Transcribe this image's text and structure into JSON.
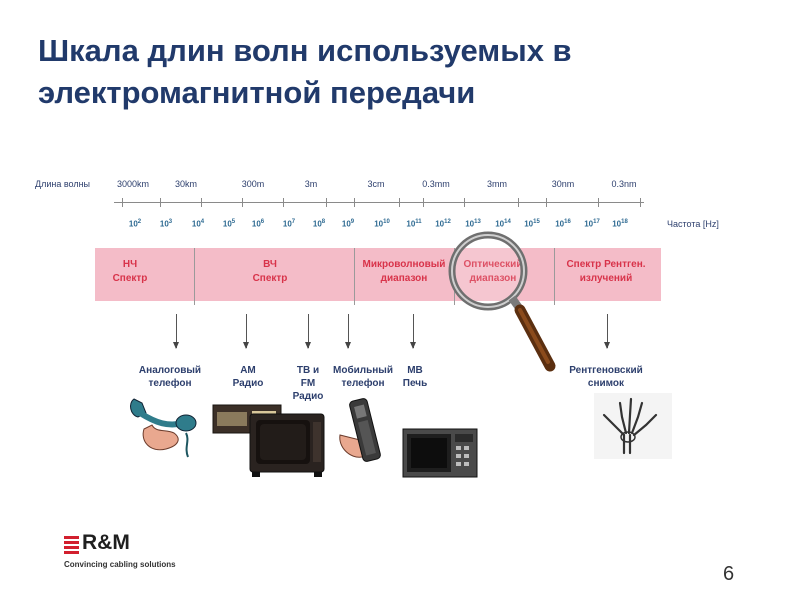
{
  "title": {
    "line1": "Шкала длин волн используемых в",
    "line2": "электромагнитной передачи"
  },
  "wavelength": {
    "caption": "Длина волны",
    "labels": [
      "3000km",
      "30km",
      "300m",
      "3m",
      "3cm",
      "0.3mm",
      "3mm",
      "30nm",
      "0.3nm"
    ]
  },
  "frequency": {
    "caption": "Частота [Hz]",
    "base": "10",
    "exponents": [
      "2",
      "3",
      "4",
      "5",
      "6",
      "7",
      "8",
      "9",
      "10",
      "11",
      "12",
      "13",
      "14",
      "15",
      "16",
      "17",
      "18"
    ]
  },
  "bands": [
    {
      "line1": "НЧ",
      "line2": "Спектр"
    },
    {
      "line1": "ВЧ",
      "line2": "Спектр"
    },
    {
      "line1": "Микроволновый",
      "line2": "диапазон"
    },
    {
      "line1": "Оптический",
      "line2": "диапазон"
    },
    {
      "line1": "Спектр Рентген.",
      "line2": "излучений"
    }
  ],
  "applications": [
    {
      "lines": [
        "Аналоговый",
        "телефон"
      ]
    },
    {
      "lines": [
        "AM",
        "Радио"
      ]
    },
    {
      "lines": [
        "TB и",
        "FM",
        "Радио"
      ]
    },
    {
      "lines": [
        "Мобильный",
        "телефон"
      ]
    },
    {
      "lines": [
        "MB",
        "Печь"
      ]
    },
    {
      "lines": [
        "Рентгеновский",
        "снимок"
      ]
    }
  ],
  "logo": {
    "name": "R&M",
    "tagline": "Convincing cabling solutions"
  },
  "page_number": "6",
  "colors": {
    "title": "#213a6b",
    "band_fill": "#f4bcc8",
    "band_text": "#d8334a",
    "freq_text": "#2e6a92",
    "logo_red": "#d21f2e"
  },
  "icons": [
    "phone-handset-icon",
    "radio-receiver-icon",
    "tv-set-icon",
    "mobile-phone-icon",
    "microwave-oven-icon",
    "xray-hand-icon",
    "magnifying-glass-icon"
  ]
}
